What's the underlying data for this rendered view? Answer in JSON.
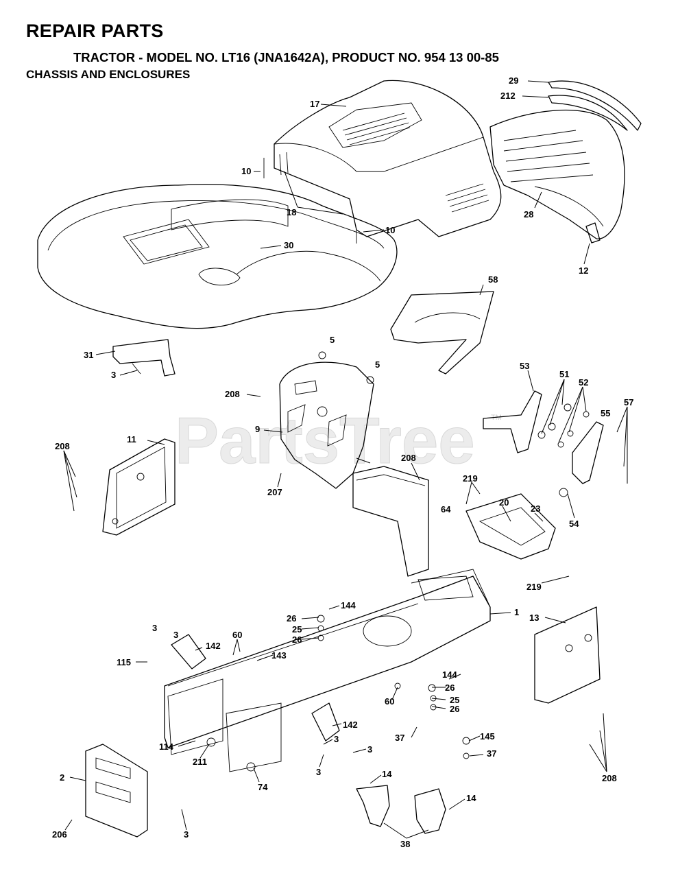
{
  "header": {
    "title": "REPAIR PARTS",
    "model_line": "TRACTOR - MODEL NO. LT16 (JNA1642A), PRODUCT NO. 954 13 00-85",
    "section": "CHASSIS AND ENCLOSURES"
  },
  "watermark": {
    "text": "PartsTree",
    "tm": "TM"
  },
  "callouts": [
    "17",
    "29",
    "212",
    "10",
    "18",
    "28",
    "10",
    "30",
    "12",
    "58",
    "31",
    "5",
    "5",
    "3",
    "208",
    "53",
    "51",
    "52",
    "55",
    "57",
    "9",
    "11",
    "208",
    "208",
    "207",
    "64",
    "219",
    "20",
    "23",
    "54",
    "219",
    "1",
    "144",
    "26",
    "25",
    "26",
    "13",
    "3",
    "3",
    "60",
    "142",
    "143",
    "115",
    "144",
    "26",
    "60",
    "25",
    "26",
    "142",
    "37",
    "145",
    "3",
    "3",
    "114",
    "211",
    "3",
    "37",
    "208",
    "2",
    "74",
    "14",
    "14",
    "206",
    "3",
    "38"
  ],
  "colors": {
    "line": "#000000",
    "watermark": "#ececec",
    "background": "#ffffff"
  }
}
